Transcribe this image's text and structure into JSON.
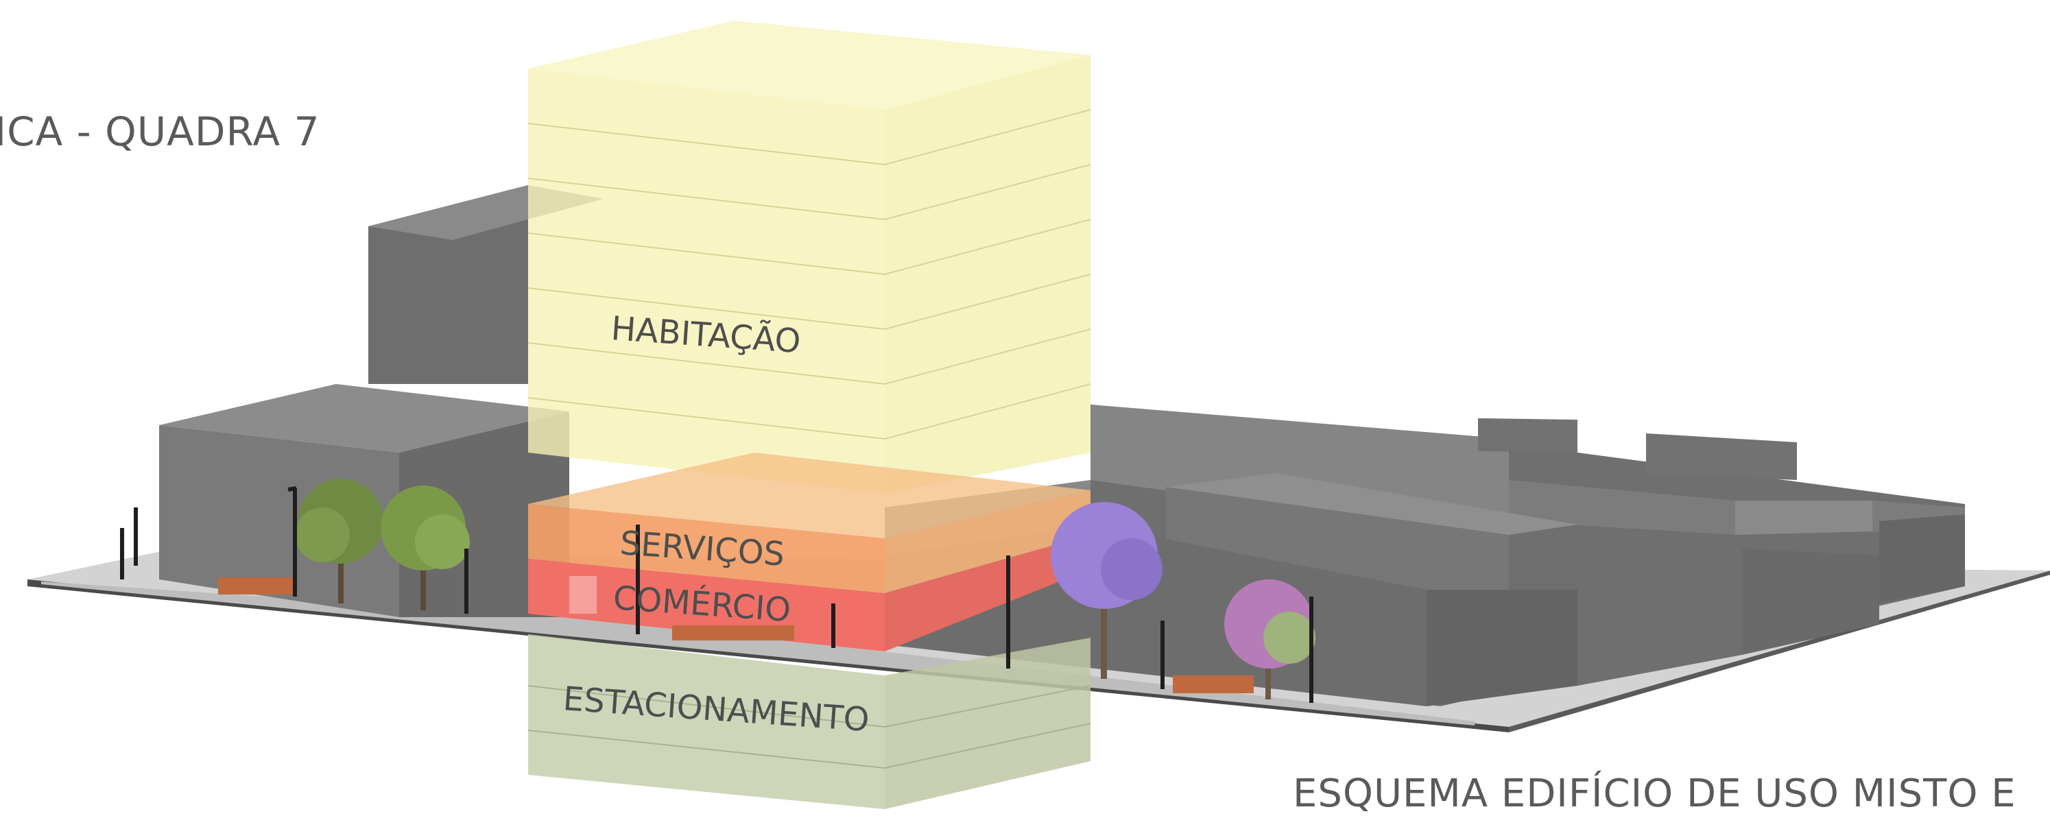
{
  "title_left": "ICA - QUADRA 7",
  "title_bottom": "ESQUEMA EDIFÍCIO DE USO MISTO E",
  "labels": {
    "habitacao": "HABITAÇÃO",
    "servicos": "SERVIÇOS",
    "comercio": "COMÉRCIO",
    "estacionamento": "ESTACIONAMENTO"
  },
  "colors": {
    "habitacao": "#f6f3b5",
    "servicos": "#f3a066",
    "comercio": "#f07068",
    "estacionamento": "#c9d1b2",
    "buildings": "#7a7a7a"
  }
}
